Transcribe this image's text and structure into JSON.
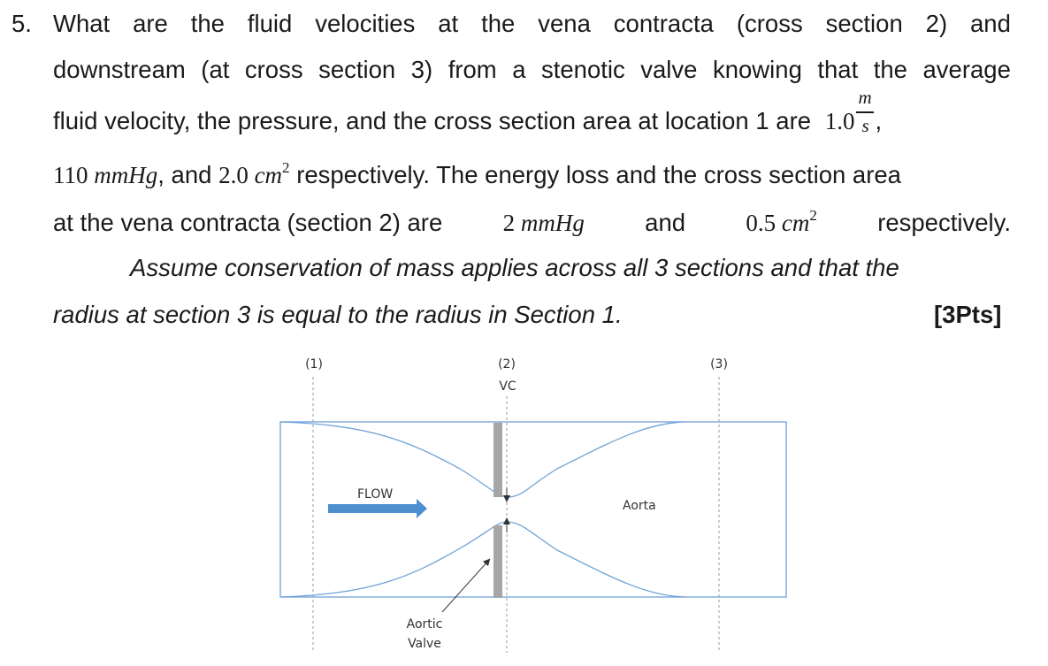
{
  "question": {
    "number": "5.",
    "line1": [
      "What",
      "are",
      "the",
      "fluid",
      "velocities",
      "at",
      "the",
      "vena",
      "contracta",
      "(cross",
      "section",
      "2)",
      "and"
    ],
    "line2": [
      "downstream",
      "(at",
      "cross",
      "section",
      "3)",
      "from",
      "a",
      "stenotic",
      "valve",
      "knowing",
      "that",
      "the",
      "average"
    ],
    "line3_text": "fluid velocity, the pressure, and the cross section area at location 1 are",
    "velocity_value": "1.0",
    "velocity_unit_num": "m",
    "velocity_unit_den": "s",
    "line3_end": ",",
    "pressure_value": "110",
    "pressure_unit": "mmHg",
    "comma": ",",
    "and_word": "and",
    "area_value": "2.0",
    "area_unit": "cm",
    "square": "2",
    "line4_text": "respectively. The energy loss and the cross section area",
    "line5_a": "at the vena contracta (section 2) are",
    "loss_value": "2",
    "loss_unit": "mmHg",
    "area2_value": "0.5",
    "line5_end": "respectively.",
    "assume_line1": "Assume conservation of mass applies across all 3 sections and that the",
    "assume_line2": "radius at section 3 is equal to the radius in Section 1.",
    "points": "[3Pts]"
  },
  "diagram": {
    "section1_label": "(1)",
    "section2_label": "(2)",
    "vc_label": "VC",
    "section3_label": "(3)",
    "flow_label": "FLOW",
    "aorta_label": "Aorta",
    "valve_label_line1": "Aortic",
    "valve_label_line2": "Valve",
    "colors": {
      "outline": "#6fa2d6",
      "arrow": "#4e8fd0",
      "valve": "#a6a6a6",
      "dashed": "#9a9a9a"
    }
  }
}
